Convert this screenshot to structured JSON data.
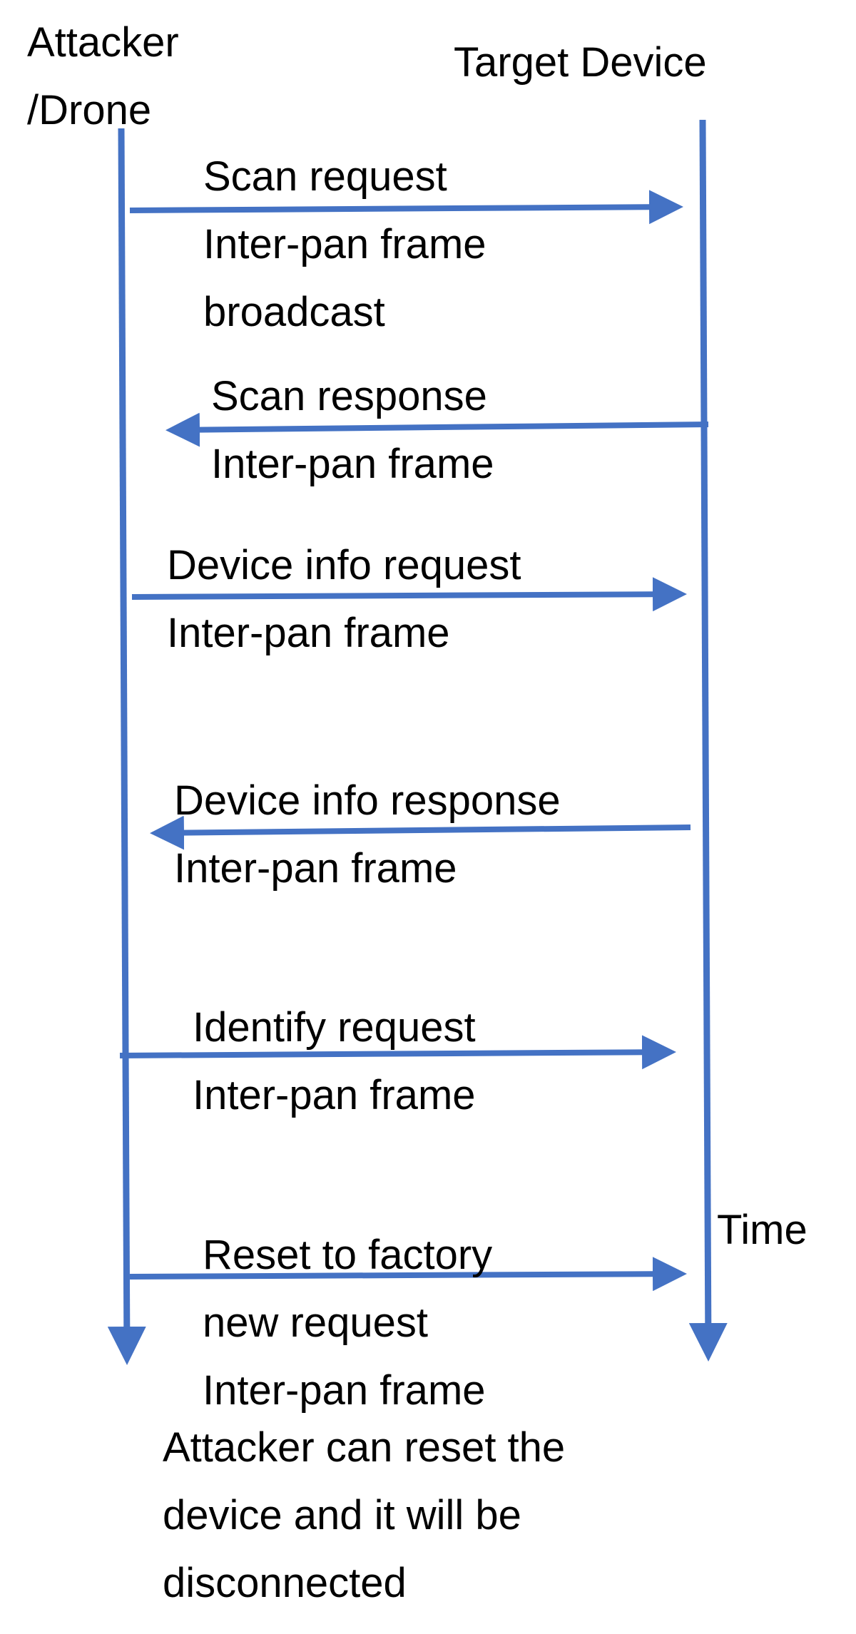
{
  "diagram": {
    "line_color": "#4472C4",
    "participants": {
      "attacker": [
        "Attacker",
        "/Drone"
      ],
      "target": "Target Device"
    },
    "messages": [
      {
        "direction": "to-target",
        "lines": [
          "Scan request",
          "Inter-pan frame",
          "broadcast"
        ]
      },
      {
        "direction": "to-attacker",
        "lines": [
          "Scan response",
          "Inter-pan frame"
        ]
      },
      {
        "direction": "to-target",
        "lines": [
          "Device info  request",
          "Inter-pan frame"
        ]
      },
      {
        "direction": "to-attacker",
        "lines": [
          "Device info  response",
          "Inter-pan frame"
        ]
      },
      {
        "direction": "to-target",
        "lines": [
          "Identify request",
          "Inter-pan frame"
        ]
      },
      {
        "direction": "to-target",
        "lines": [
          "Reset to factory",
          "new request",
          "Inter-pan frame"
        ]
      }
    ],
    "time_label": "Time",
    "conclusion": [
      "Attacker can reset the",
      "device and it will be",
      "disconnected"
    ]
  }
}
